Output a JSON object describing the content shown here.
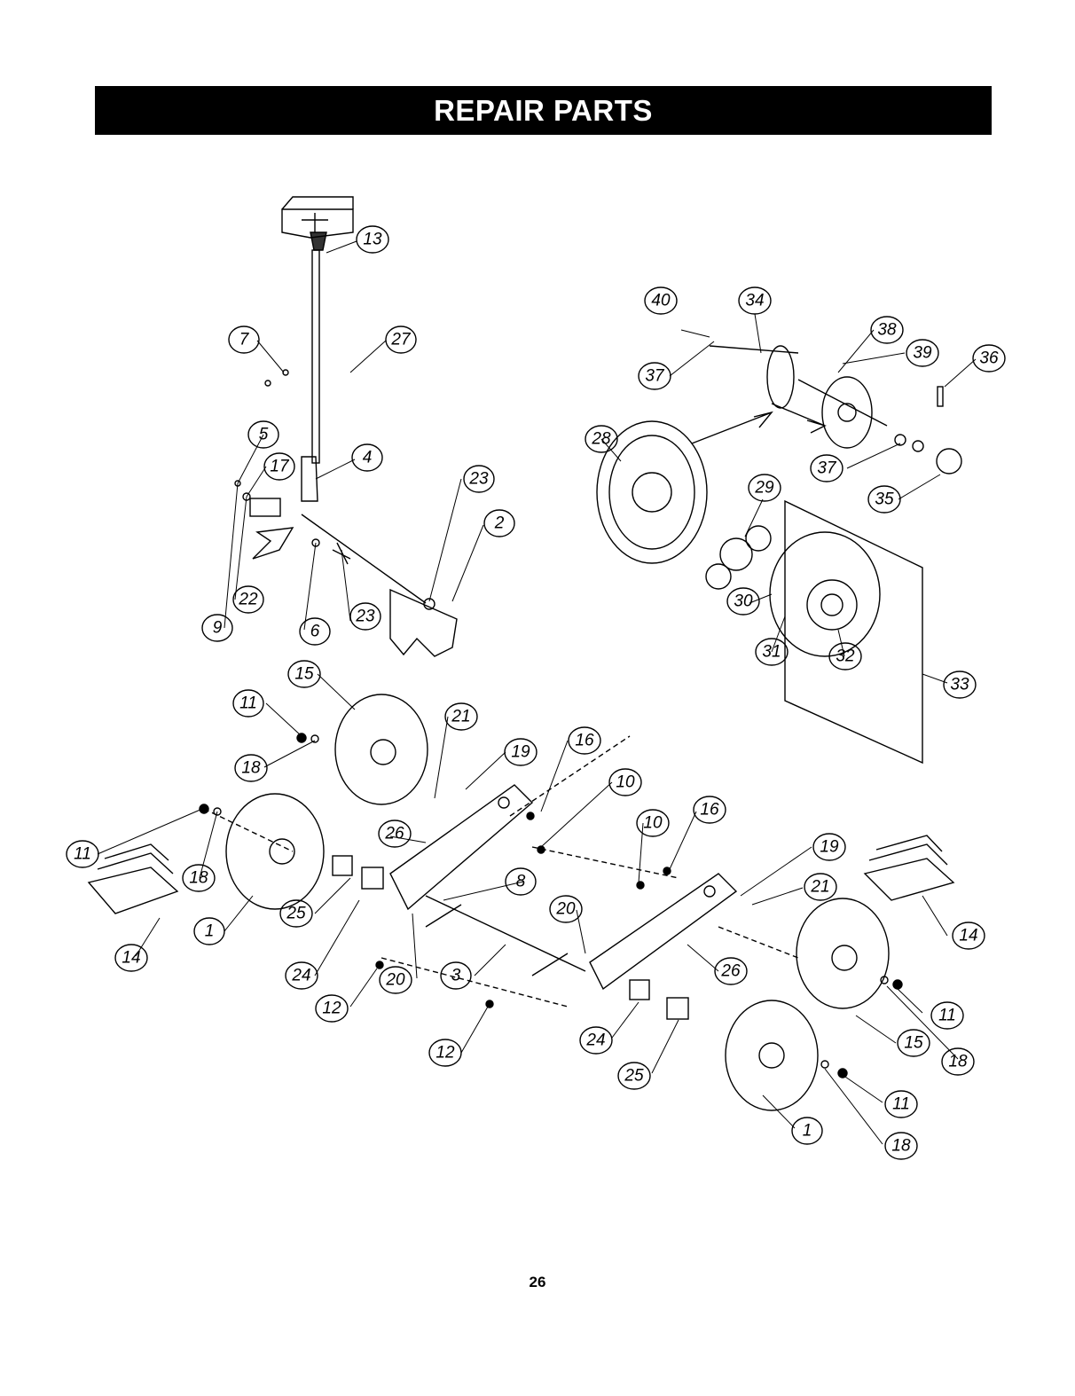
{
  "header": {
    "title": "REPAIR PARTS"
  },
  "footer": {
    "page_number": "26"
  },
  "callouts": {
    "c13": "13",
    "c7": "7",
    "c27": "27",
    "c5": "5",
    "c17": "17",
    "c4": "4",
    "c23a": "23",
    "c2": "2",
    "c22": "22",
    "c9": "9",
    "c6": "6",
    "c23b": "23",
    "c40": "40",
    "c34": "34",
    "c38": "38",
    "c39": "39",
    "c36": "36",
    "c37a": "37",
    "c28": "28",
    "c37b": "37",
    "c35": "35",
    "c29": "29",
    "c30": "30",
    "c31": "31",
    "c32": "32",
    "c33": "33",
    "c11a": "11",
    "c15a": "15",
    "c21a": "21",
    "c19a": "19",
    "c16a": "16",
    "c18a": "18",
    "c10a": "10",
    "c26a": "26",
    "c10b": "10",
    "c16b": "16",
    "c19b": "19",
    "c11b": "11",
    "c18b": "18",
    "c8": "8",
    "c21b": "21",
    "c14a": "14",
    "c14b": "14",
    "c1a": "1",
    "c25a": "25",
    "c20a": "20",
    "c24a": "24",
    "c20b": "20",
    "c3": "3",
    "c26b": "26",
    "c12a": "12",
    "c11c": "11",
    "c15b": "15",
    "c18c": "18",
    "c12b": "12",
    "c24b": "24",
    "c25b": "25",
    "c11d": "11",
    "c1b": "1",
    "c18d": "18"
  }
}
